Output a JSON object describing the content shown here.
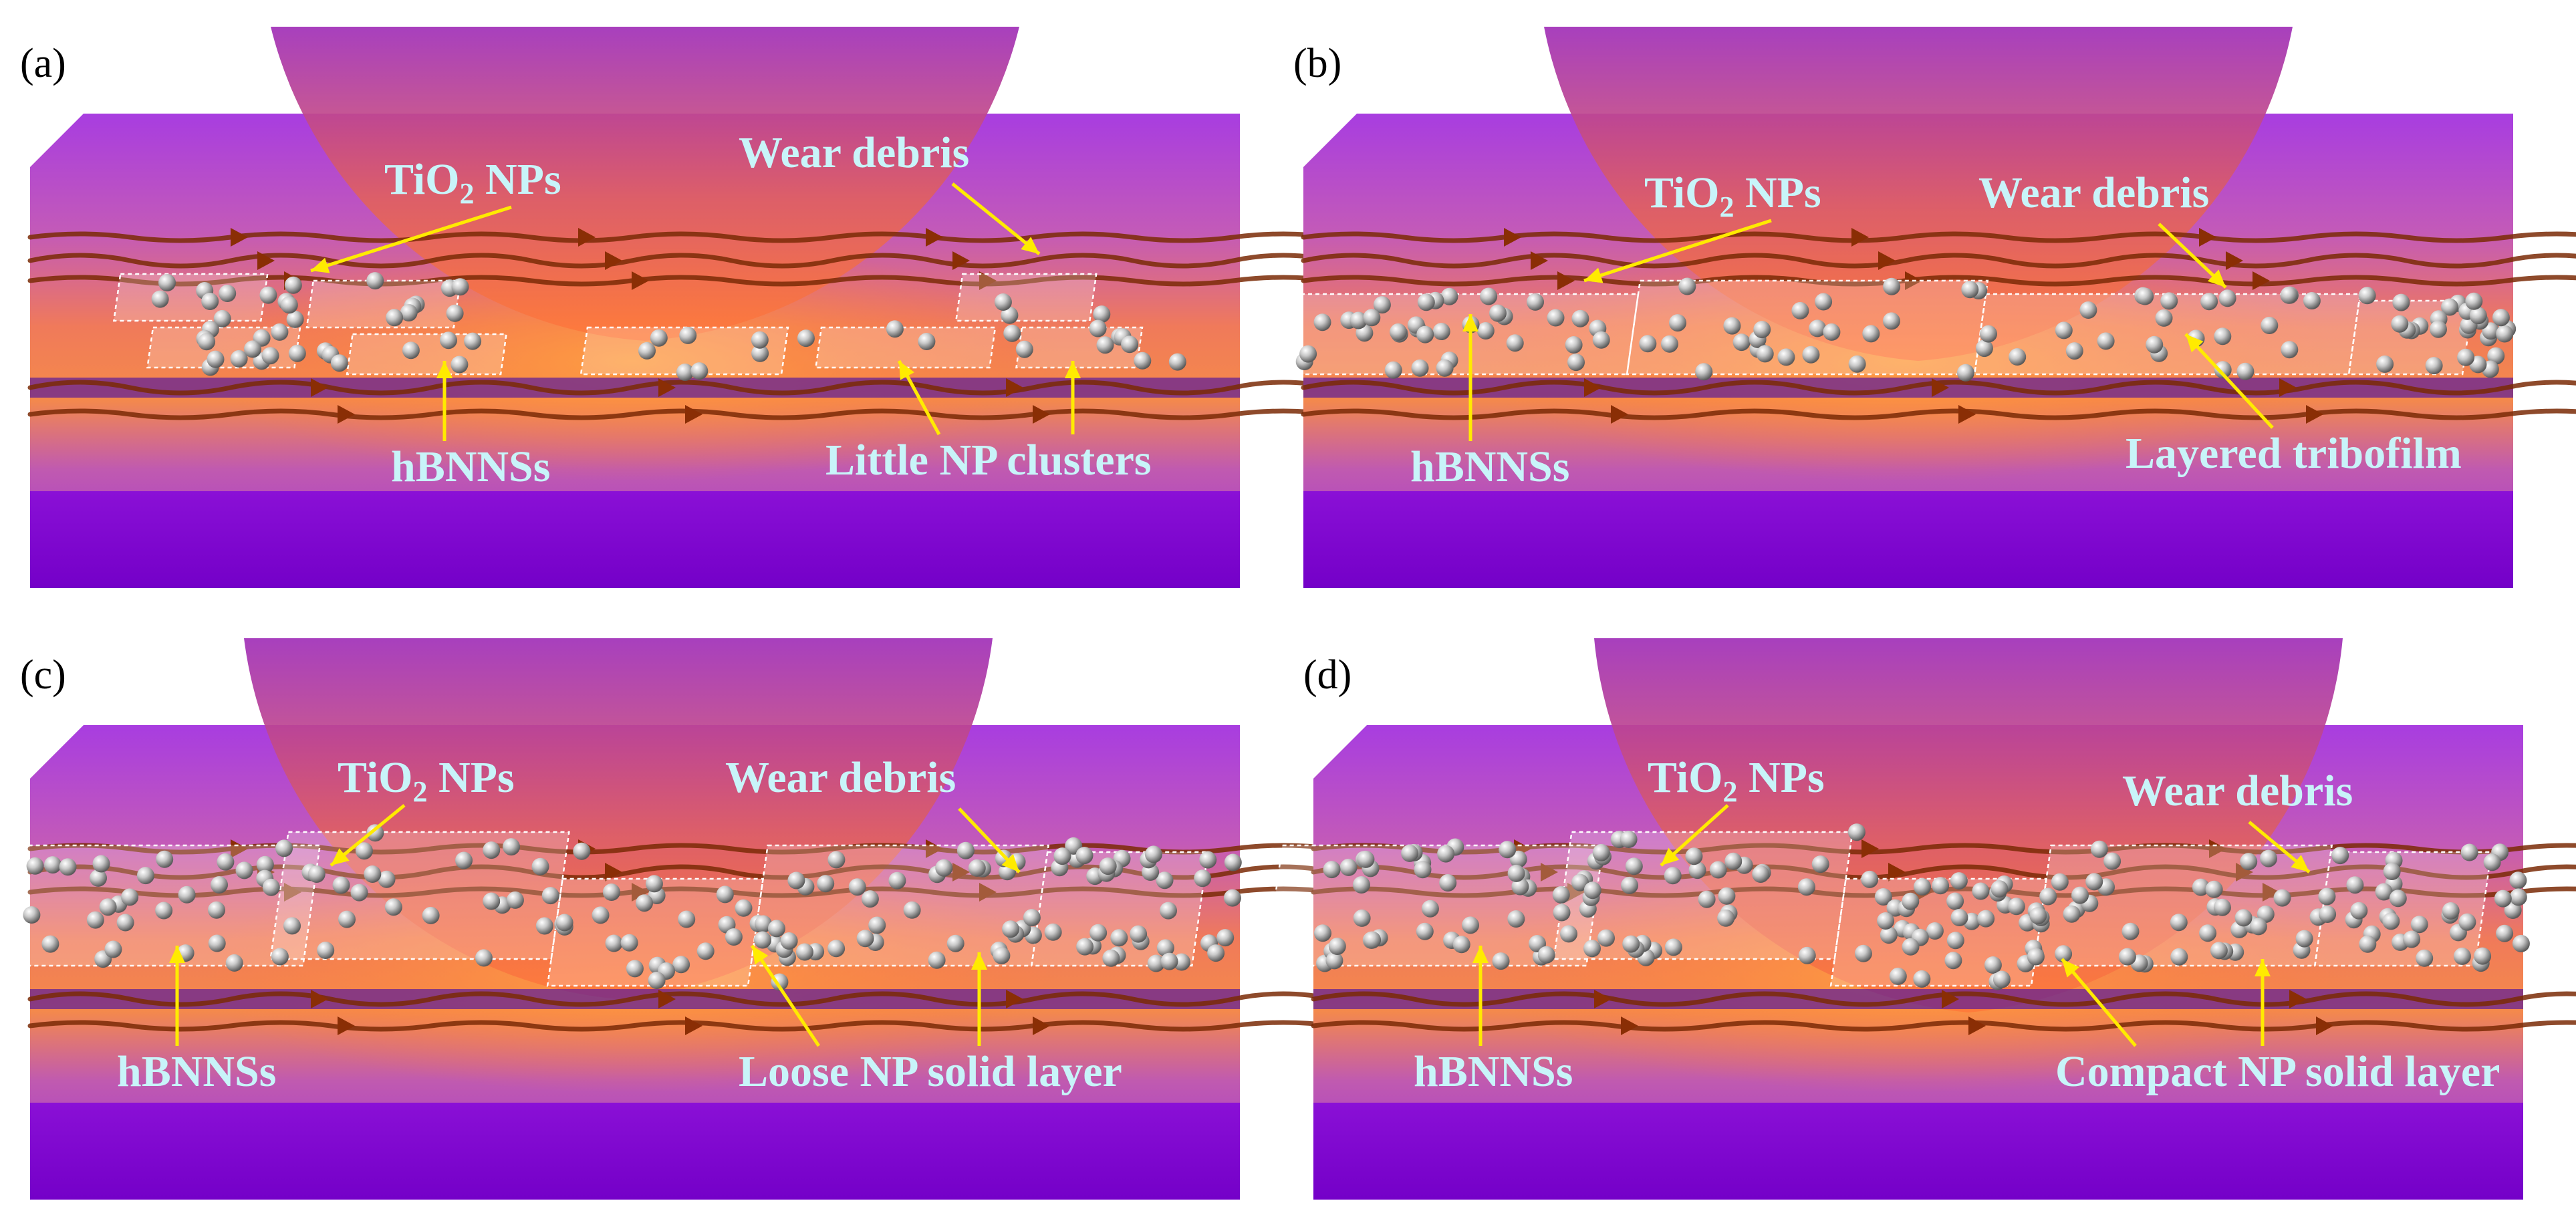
{
  "panels": [
    {
      "id": "a",
      "letter": "(a)",
      "labels": {
        "tio2_main": "TiO",
        "tio2_sub": "2",
        "tio2_tail": " NPs",
        "wear_debris": "Wear debris",
        "hbnnss": "hBNNSs",
        "layer": "Little NP clusters"
      },
      "stage": "clusters"
    },
    {
      "id": "b",
      "letter": "(b)",
      "labels": {
        "tio2_main": "TiO",
        "tio2_sub": "2",
        "tio2_tail": " NPs",
        "wear_debris": "Wear debris",
        "hbnnss": "hBNNSs",
        "layer": "Layered tribofilm"
      },
      "stage": "layered"
    },
    {
      "id": "c",
      "letter": "(c)",
      "labels": {
        "tio2_main": "TiO",
        "tio2_sub": "2",
        "tio2_tail": " NPs",
        "wear_debris": "Wear debris",
        "hbnnss": "hBNNSs",
        "layer": "Loose NP solid layer"
      },
      "stage": "loose"
    },
    {
      "id": "d",
      "letter": "(d)",
      "labels": {
        "tio2_main": "TiO",
        "tio2_sub": "2",
        "tio2_tail": " NPs",
        "wear_debris": "Wear debris",
        "hbnnss": "hBNNSs",
        "layer": "Compact NP solid layer"
      },
      "stage": "compact"
    }
  ],
  "colors": {
    "substrate_top": "#9a2fd6",
    "substrate_bottom": "#7a00cc",
    "glow": "#ff8a3a",
    "ball_top": "#a42fb5",
    "ball_bottom": "#ff6a3a",
    "fiber": "#7a2a06",
    "label": "#c8f4f9",
    "arrow": "#ffeb00",
    "nanoparticle": "#b8b8b8"
  }
}
